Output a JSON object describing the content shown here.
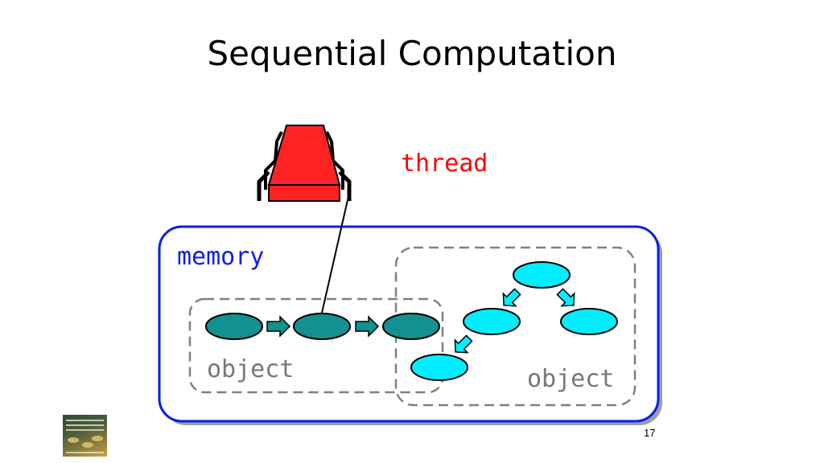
{
  "slide": {
    "title": "Sequential Computation",
    "page_number": "17"
  },
  "labels": {
    "thread": "thread",
    "memory": "memory",
    "object_left": "object",
    "object_right": "object"
  },
  "colors": {
    "thread": "#ff0000",
    "memory": "#0a1ee6",
    "object_label": "#777777",
    "dark_node": "#11918f",
    "light_node": "#00eeff"
  },
  "icons": {
    "thread": "thread-head-icon",
    "book": "book-cover-icon"
  }
}
